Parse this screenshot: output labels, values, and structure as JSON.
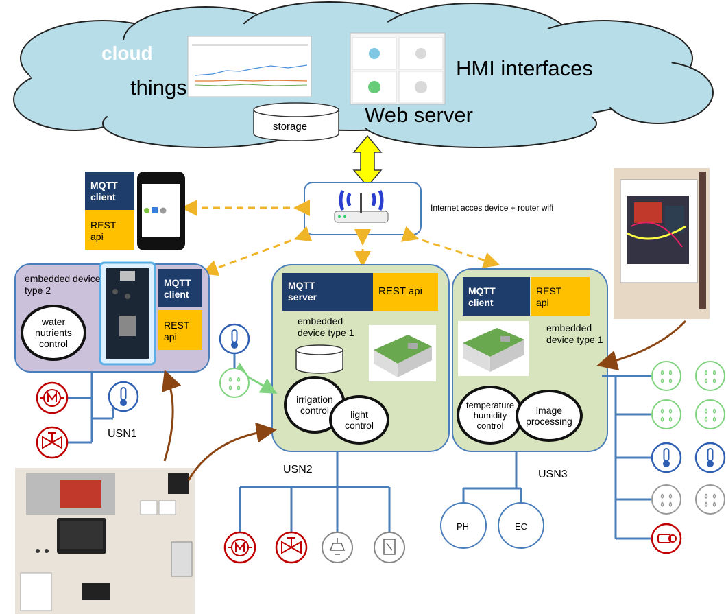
{
  "cloud": {
    "cloud_title": "cloud",
    "things": "things",
    "hmi": "HMI interfaces",
    "web_server": "Web server",
    "storage": "storage",
    "fill_color": "#b7dde8"
  },
  "router": {
    "label": "Internet acces device + router wifi"
  },
  "mobile": {
    "mqtt": "MQTT\nclient",
    "rest": "REST\napi"
  },
  "usn1": {
    "title": "embedded device\ntype 2",
    "bubble": "water\nnutrients\ncontrol",
    "mqtt": "MQTT\nclient",
    "rest": "REST\napi",
    "network": "USN1"
  },
  "usn2": {
    "mqtt": "MQTT\nserver",
    "rest": "REST api",
    "title": "embedded\ndevice type 1",
    "bubble_a": "irrigation\ncontrol",
    "bubble_b": "light\ncontrol",
    "network": "USN2"
  },
  "usn3": {
    "mqtt": "MQTT\nclient",
    "rest": "REST\napi",
    "title": "embedded\ndevice type 1",
    "bubble_a": "temperature\nhumidity\ncontrol",
    "bubble_b": "image\nprocessing",
    "network": "USN3",
    "sensor_ph": "PH",
    "sensor_ec": "EC"
  },
  "colors": {
    "navy": "#1f3d6b",
    "gold": "#ffc000",
    "green_box": "#d7e4bd",
    "purple_box": "#ccc1da",
    "box_border": "#4a7ebb",
    "bus": "#4a7ebb",
    "dashed": "#f0b429",
    "brown_arrow": "#8b4513",
    "red_icon": "#c00000",
    "sensor_green": "#7fd37f"
  },
  "icons": [
    "motor-icon",
    "valve-icon",
    "lamp-icon",
    "actuator-icon",
    "thermometer-icon",
    "humidity-icon",
    "heater-icon",
    "router-icon",
    "smartphone-icon",
    "database-icon"
  ]
}
